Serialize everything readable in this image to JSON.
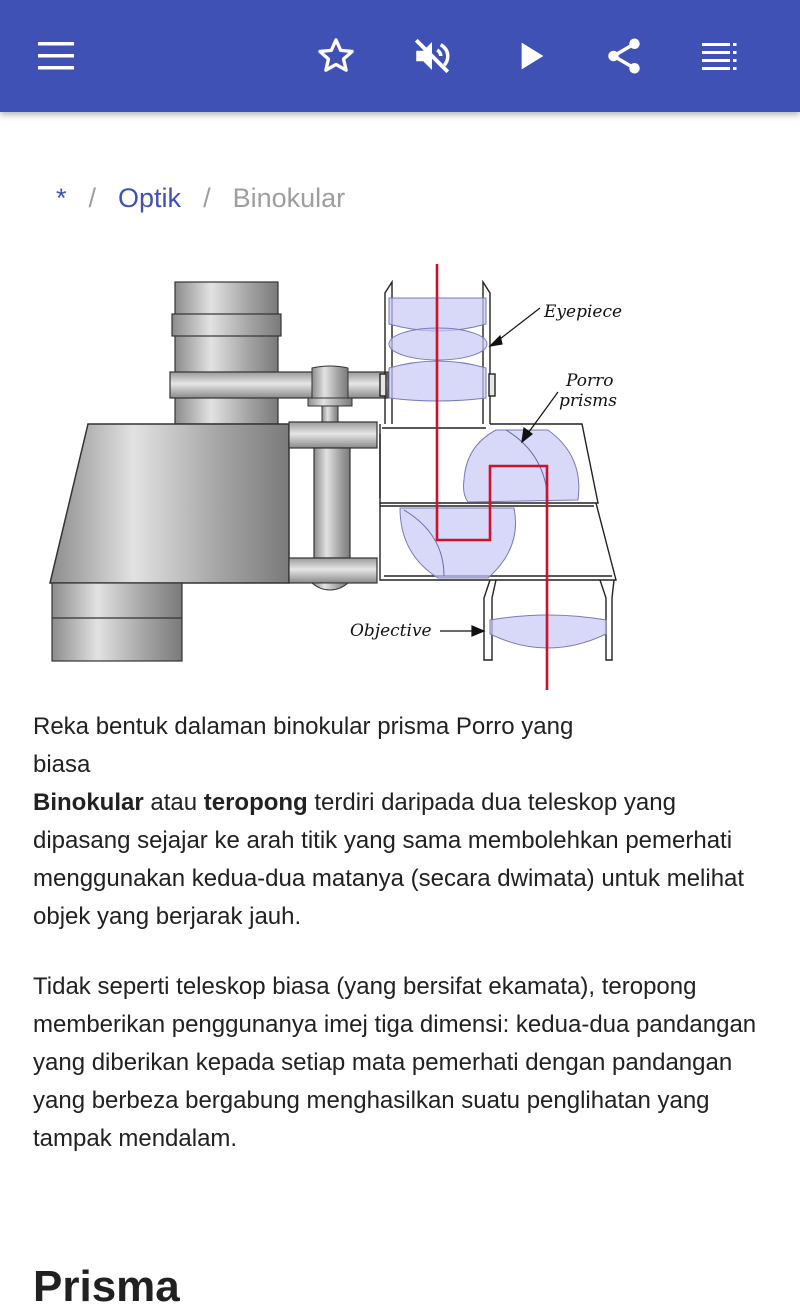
{
  "toolbar": {
    "menu_icon": "hamburger-menu-icon",
    "actions": [
      "star-icon",
      "volume-off-icon",
      "play-icon",
      "share-icon",
      "list-icon"
    ]
  },
  "breadcrumb": {
    "home": "*",
    "separator": "/",
    "parent": "Optik",
    "current": "Binokular"
  },
  "figure": {
    "labels": {
      "eyepiece": "Eyepiece",
      "porro_line1": "Porro",
      "porro_line2": "prisms",
      "objective": "Objective"
    }
  },
  "article": {
    "caption_line1": "Reka bentuk dalaman binokular prisma Porro yang",
    "caption_line2": "biasa",
    "p1_bold1": "Binokular",
    "p1_mid": " atau ",
    "p1_bold2": "teropong",
    "p1_rest": " terdiri daripada dua teleskop yang dipasang sejajar ke arah titik yang sama membolehkan pemerhati menggunakan kedua-dua matanya (secara dwimata) untuk melihat objek yang berjarak jauh.",
    "p2": "Tidak seperti teleskop biasa (yang bersifat ekamata), teropong memberikan penggunanya imej tiga dimensi: kedua-dua pandangan yang diberikan kepada setiap mata pemerhati dengan pandangan yang berbeza bergabung menghasilkan suatu penglihatan yang tampak mendalam.",
    "next_heading": "Prisma"
  },
  "colors": {
    "appbar": "#3f51b5",
    "link": "#3f51b5",
    "muted": "#9e9e9e",
    "ray": "#d0102a",
    "lens": "#c8c8f6"
  }
}
